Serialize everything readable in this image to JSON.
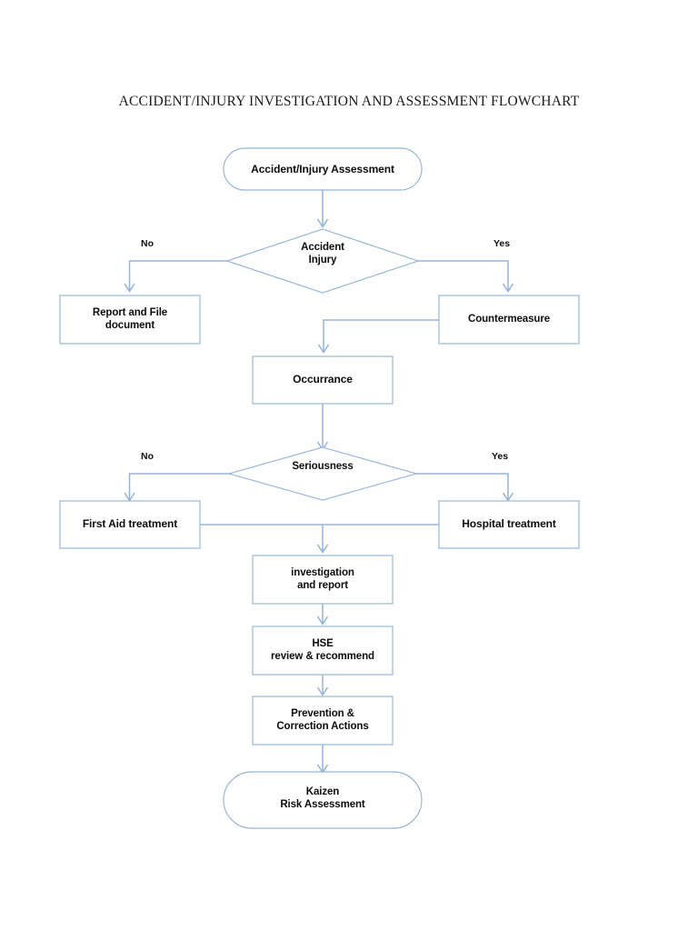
{
  "document": {
    "title": "ACCIDENT/INJURY INVESTIGATION AND ASSESSMENT FLOWCHART",
    "background_color": "#ffffff",
    "shape_border_color": "#95b3d7",
    "connector_color": "#95b3d7",
    "text_color": "#0d0d0d"
  },
  "chart_data": {
    "type": "diagram",
    "diagram_kind": "flowchart",
    "title": "ACCIDENT/INJURY INVESTIGATION AND ASSESSMENT FLOWCHART",
    "orientation": "top-to-bottom",
    "nodes": [
      {
        "id": "start",
        "shape": "rounded-oval",
        "label": "Accident/Injury Assessment"
      },
      {
        "id": "accident_injury",
        "shape": "diamond",
        "label": "Accident\nInjury",
        "line1": "Accident",
        "line2": "Injury"
      },
      {
        "id": "report_file",
        "shape": "rectangle",
        "label": "Report and File document",
        "line1": "Report and File",
        "line2": "document"
      },
      {
        "id": "countermeasure",
        "shape": "rectangle",
        "label": "Countermeasure"
      },
      {
        "id": "occurrence",
        "shape": "rectangle",
        "label": "Occurrance"
      },
      {
        "id": "seriousness",
        "shape": "diamond",
        "label": "Seriousness"
      },
      {
        "id": "first_aid",
        "shape": "rectangle",
        "label": "First Aid treatment"
      },
      {
        "id": "hospital",
        "shape": "rectangle",
        "label": "Hospital treatment"
      },
      {
        "id": "investigation",
        "shape": "rectangle",
        "label": "investigation and report",
        "line1": "investigation",
        "line2": "and report"
      },
      {
        "id": "hse_review",
        "shape": "rectangle",
        "label": "HSE review & recommend",
        "line1": "HSE",
        "line2": "review & recommend"
      },
      {
        "id": "prevention",
        "shape": "rectangle",
        "label": "Prevention & Correction Actions",
        "line1": "Prevention &",
        "line2": "Correction Actions"
      },
      {
        "id": "kaizen",
        "shape": "rounded-oval",
        "label": "Kaizen Risk Assessment",
        "line1": "Kaizen",
        "line2": "Risk Assessment"
      }
    ],
    "edges": [
      {
        "from": "start",
        "to": "accident_injury",
        "label": ""
      },
      {
        "from": "accident_injury",
        "to": "report_file",
        "label": "No"
      },
      {
        "from": "accident_injury",
        "to": "countermeasure",
        "label": "Yes"
      },
      {
        "from": "countermeasure",
        "to": "occurrence",
        "label": ""
      },
      {
        "from": "occurrence",
        "to": "seriousness",
        "label": ""
      },
      {
        "from": "seriousness",
        "to": "first_aid",
        "label": "No"
      },
      {
        "from": "seriousness",
        "to": "hospital",
        "label": "Yes"
      },
      {
        "from": "first_aid",
        "to": "hospital",
        "label": ""
      },
      {
        "from": "hospital",
        "to": "investigation",
        "label": ""
      },
      {
        "from": "investigation",
        "to": "hse_review",
        "label": ""
      },
      {
        "from": "hse_review",
        "to": "prevention",
        "label": ""
      },
      {
        "from": "prevention",
        "to": "kaizen",
        "label": ""
      }
    ],
    "edge_labels": {
      "accident_no": "No",
      "accident_yes": "Yes",
      "seriousness_no": "No",
      "seriousness_yes": "Yes"
    }
  }
}
